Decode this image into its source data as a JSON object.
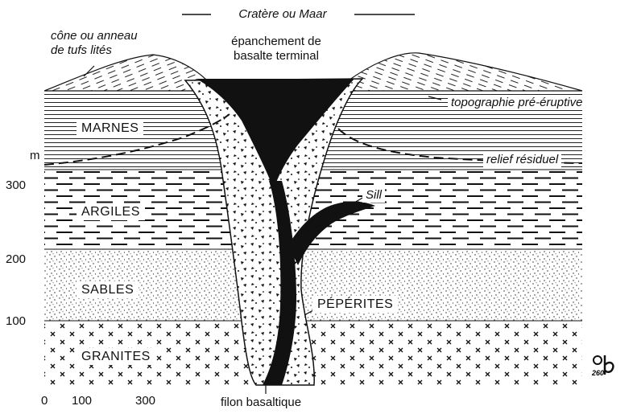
{
  "title": "Cratère ou Maar",
  "labels": {
    "cone": [
      "cône ou anneau",
      "de tufs lités"
    ],
    "epanchement": [
      "épanchement de",
      "basalte terminal"
    ],
    "topographie": "topographie pré-éruptive",
    "relief": "relief résiduel",
    "sill": "Sill",
    "peperites": "PÉPÉRITES",
    "filon": "filon basaltique"
  },
  "layers": {
    "marnes": "MARNES",
    "argiles": "ARGILES",
    "sables": "SABLES",
    "granites": "GRANITES"
  },
  "depth_axis": {
    "unit": "m",
    "ticks": [
      "300",
      "200",
      "100"
    ]
  },
  "horizontal_axis": {
    "ticks": [
      "0",
      "100",
      "300"
    ]
  },
  "logo_text": "260"
}
